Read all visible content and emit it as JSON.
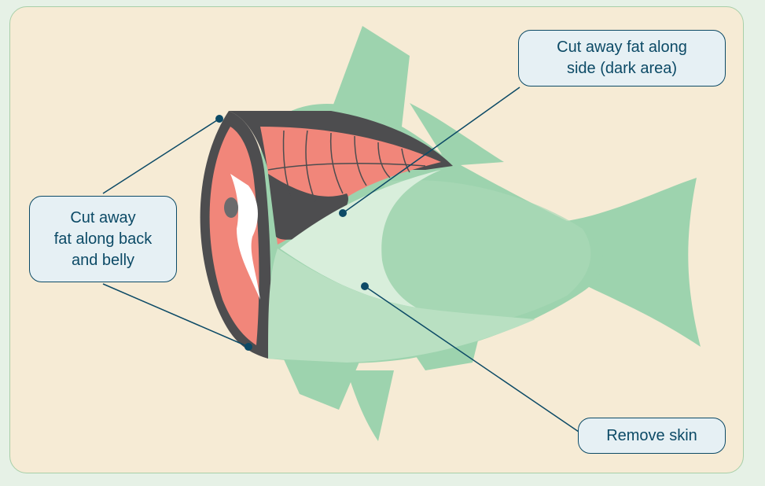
{
  "callouts": {
    "back_belly": {
      "lines": [
        "Cut away",
        "fat along back",
        "and belly"
      ]
    },
    "side": {
      "lines": [
        "Cut away fat along",
        "side (dark area)"
      ]
    },
    "skin": {
      "lines": [
        "Remove skin"
      ]
    }
  },
  "colors": {
    "background": "#f6ebd5",
    "frame_border": "#a8cfa8",
    "fish_body": "#9dd3ae",
    "skin_flap": "#d8eedb",
    "fat": "#4d4d4f",
    "flesh": "#f1867a",
    "bone": "#ffffff",
    "leader_line": "#0c4a66"
  }
}
